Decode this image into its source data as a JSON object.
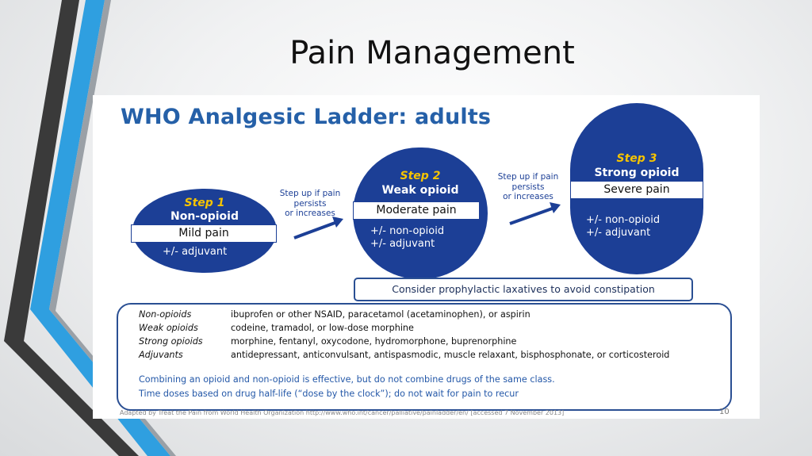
{
  "slide": {
    "title": "Pain Management"
  },
  "ladder": {
    "heading": "WHO Analgesic Ladder: adults",
    "steps": [
      {
        "num": "Step 1",
        "type": "Non-opioid",
        "pain": "Mild pain",
        "adjuncts": [
          "+/- adjuvant"
        ]
      },
      {
        "num": "Step 2",
        "type": "Weak opioid",
        "pain": "Moderate pain",
        "adjuncts": [
          "+/- non-opioid",
          "+/- adjuvant"
        ]
      },
      {
        "num": "Step 3",
        "type": "Strong opioid",
        "pain": "Severe pain",
        "adjuncts": [
          "+/- non-opioid",
          "+/- adjuvant"
        ]
      }
    ],
    "arrow_captions": [
      [
        "Step up if pain",
        "persists",
        "or increases"
      ],
      [
        "Step up if pain",
        "persists",
        "or increases"
      ]
    ],
    "laxative_note": "Consider prophylactic laxatives to avoid constipation",
    "drug_classes": [
      {
        "class": "Non-opioids",
        "drugs": "ibuprofen or other NSAID, paracetamol (acetaminophen), or aspirin"
      },
      {
        "class": "Weak opioids",
        "drugs": "codeine, tramadol, or low-dose morphine"
      },
      {
        "class": "Strong opioids",
        "drugs": "morphine, fentanyl, oxycodone, hydromorphone, buprenorphine"
      },
      {
        "class": "Adjuvants",
        "drugs": "antidepressant, anticonvulsant, antispasmodic, muscle relaxant, bisphosphonate, or corticosteroid"
      }
    ],
    "notes": [
      "Combining an opioid and non-opioid is effective, but do not combine drugs of the same class.",
      "Time doses based on drug half-life (“dose by the clock”); do not wait for pain to recur"
    ],
    "source": "Adapted by Treat the Pain from World Health Organization http://www.who.int/cancer/palliative/painladder/en/ [accessed 7 November 2013]",
    "page_number": "10"
  },
  "colors": {
    "ladder_blue": "#1c3f96",
    "step_yellow": "#f6c400",
    "heading_blue": "#2560a8",
    "deco_dark": "#3a3a3a",
    "deco_blue": "#2f9fe0"
  }
}
